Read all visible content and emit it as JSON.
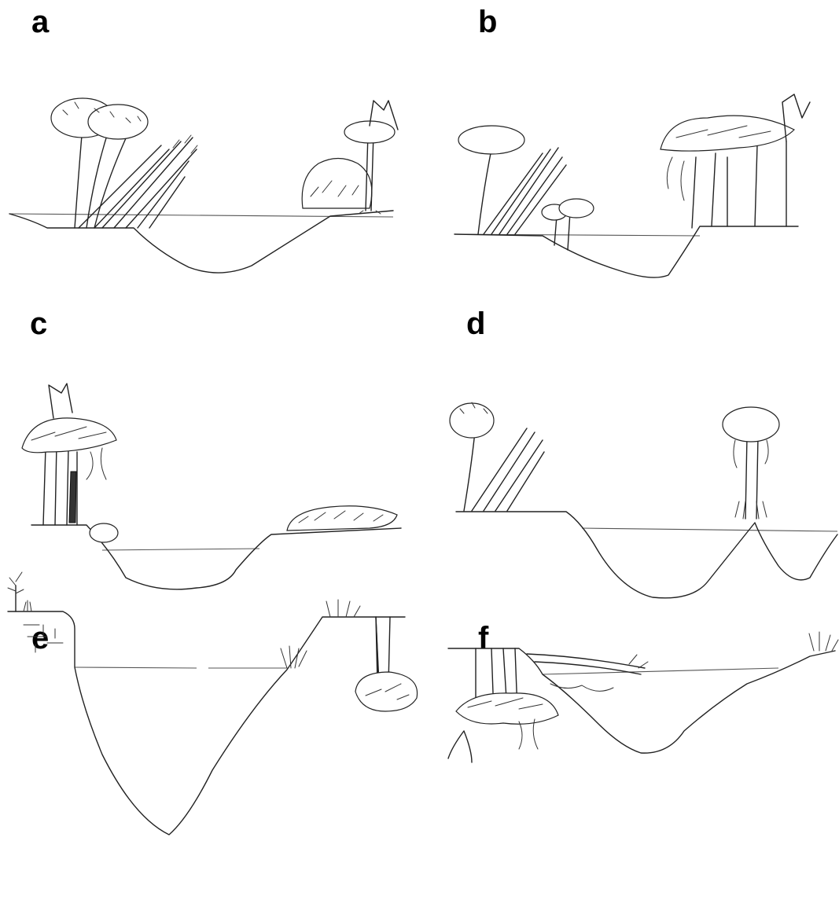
{
  "panels": [
    {
      "id": "a",
      "label": "a"
    },
    {
      "id": "b",
      "label": "b"
    },
    {
      "id": "c",
      "label": "c"
    },
    {
      "id": "d",
      "label": "d"
    },
    {
      "id": "e",
      "label": "e"
    },
    {
      "id": "f",
      "label": "f"
    }
  ],
  "colors": {
    "ink": "#222222",
    "background": "#ffffff"
  }
}
